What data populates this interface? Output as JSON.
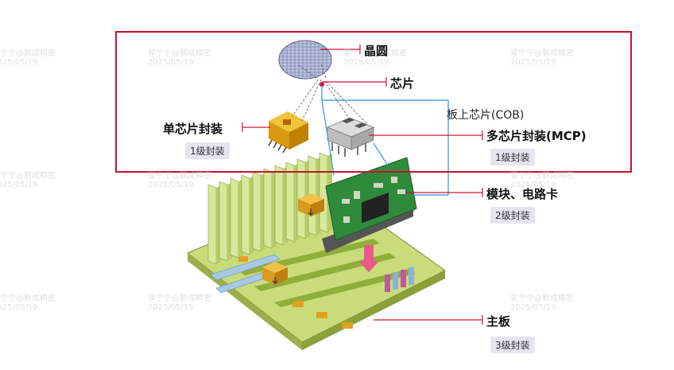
{
  "labels": {
    "wafer": "晶圆",
    "chip": "芯片",
    "single_chip_package": "单芯片封装",
    "level1_a": "1级封装",
    "cob": "板上芯片(COB)",
    "mcp": "多芯片封装(MCP)",
    "level1_b": "1级封装",
    "module": "模块、电路卡",
    "level2": "2级封装",
    "mainboard": "主板",
    "level3": "3级封装"
  },
  "watermark": {
    "line1": "翟宁宁@鹏成精密",
    "line2": "2025/05/19"
  },
  "colors": {
    "frame": "#c8102e",
    "leader_red": "#d0103a",
    "leader_blue": "#4aa3df",
    "board_green": "#c8dc7a",
    "fin_green": "#d6e89a",
    "module_green": "#2f8a3c"
  }
}
